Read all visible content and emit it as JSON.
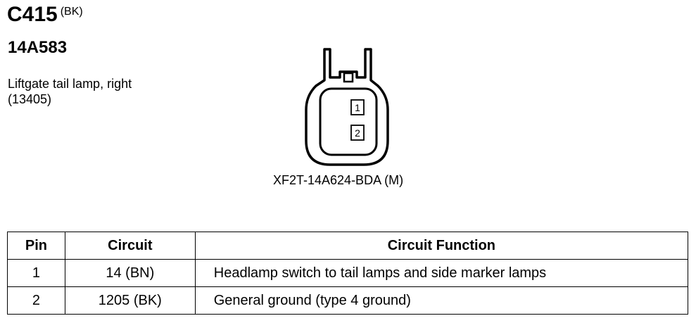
{
  "header": {
    "connector_id": "C415",
    "connector_color": "(BK)",
    "part_number": "14A583",
    "description_line1": "Liftgate tail lamp, right",
    "description_line2": "(13405)"
  },
  "connector": {
    "code": "XF2T-14A624-BDA (M)",
    "pins": [
      "1",
      "2"
    ]
  },
  "table": {
    "headers": {
      "pin": "Pin",
      "circuit": "Circuit",
      "function": "Circuit Function"
    },
    "rows": [
      {
        "pin": "1",
        "circuit": "14 (BN)",
        "function": "Headlamp switch to tail lamps and side marker lamps"
      },
      {
        "pin": "2",
        "circuit": "1205 (BK)",
        "function": "General ground (type 4 ground)"
      }
    ]
  }
}
